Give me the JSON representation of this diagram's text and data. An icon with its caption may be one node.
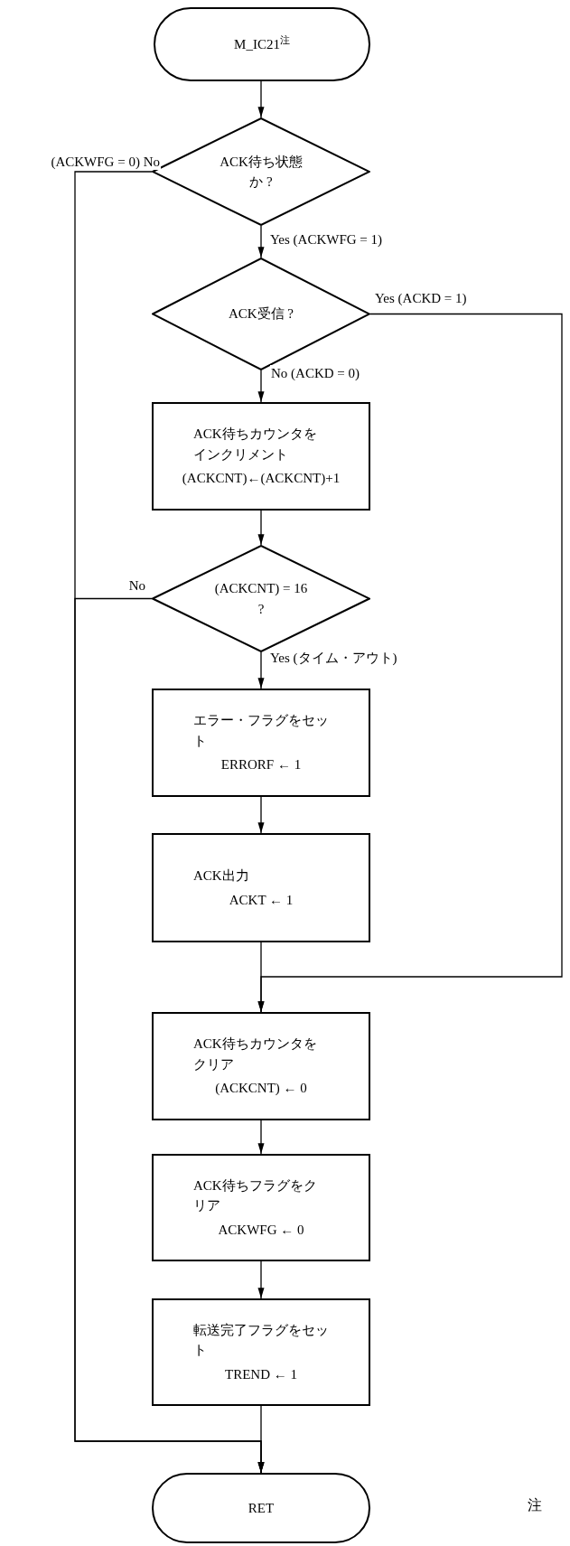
{
  "diagram": {
    "nodes": [
      {
        "text": [
          "M_IC21$^{注}$"
        ]
      },
      {
        "text": [
          "ACK待ち状態か ?"
        ]
      },
      {
        "text": [
          "ACK受信 ?"
        ]
      },
      {
        "text": [
          "ACK待ちカウンタをインクリメント",
          "(ACKCNT)←(ACKCNT)+1"
        ]
      },
      {
        "text": [
          "(ACKCNT) = 16 ?"
        ]
      },
      {
        "text": [
          "エラー・フラグをセット",
          "ERRORF ← 1"
        ]
      },
      {
        "text": [
          "ACK出力",
          "ACKT ← 1"
        ]
      },
      {
        "text": [
          "ACK待ちカウンタをクリア",
          "(ACKCNT) ← 0"
        ]
      },
      {
        "text": [
          "ACK待ちフラグをクリア",
          "ACKWFG ← 0"
        ]
      },
      {
        "text": [
          "転送完了フラグをセット",
          "TREND ← 1"
        ]
      },
      {
        "text": [
          "RET"
        ]
      }
    ],
    "edges": [
      {
        "from": 0,
        "to": 1,
        "arrow": "to"
      },
      {
        "from": 1,
        "to": 10,
        "arrow": "to",
        "label": "(ACKWFG = 0) No"
      },
      {
        "from": 1,
        "to": 2,
        "arrow": "to",
        "label": "Yes (ACKWFG = 1)"
      },
      {
        "from": 2,
        "to": 7,
        "arrow": "to",
        "label": "Yes (ACKD = 1)"
      },
      {
        "from": 2,
        "to": 3,
        "arrow": "to",
        "label": "No (ACKD = 0)"
      },
      {
        "from": 3,
        "to": 4,
        "arrow": "to"
      },
      {
        "from": 4,
        "to": 10,
        "arrow": "to",
        "label": "No"
      },
      {
        "from": 4,
        "to": 5,
        "arrow": "to",
        "label": "Yes (タイム・アウト)"
      },
      {
        "from": 5,
        "to": 6,
        "arrow": "to"
      },
      {
        "from": 6,
        "to": 7,
        "arrow": "to"
      },
      {
        "from": 7,
        "to": 8,
        "arrow": "to"
      },
      {
        "from": 8,
        "to": 9,
        "arrow": "to"
      },
      {
        "from": 9,
        "to": 10,
        "arrow": "to"
      }
    ],
    "labels": [
      "注"
    ]
  }
}
